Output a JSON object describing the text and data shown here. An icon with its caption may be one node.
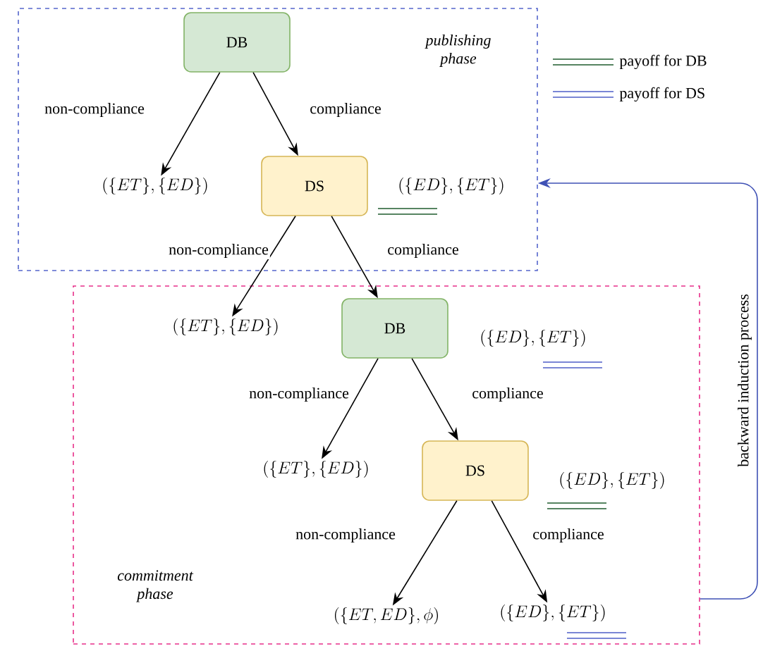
{
  "diagram": {
    "nodes": [
      {
        "text": [
          "publishing phase"
        ]
      },
      {
        "text": [
          "DB"
        ],
        "in": 0
      },
      {
        "text": [
          "(\\{ET\\},\\{ED\\})"
        ],
        "in": 0
      },
      {
        "text": [
          "DS"
        ],
        "in": 0
      },
      {
        "text": [
          "(\\{ED\\},\\{ET\\})"
        ],
        "in": 0
      },
      {
        "text": [
          "commitment phase"
        ]
      },
      {
        "text": [
          "(\\{ET\\},\\{ED\\})"
        ],
        "in": 5
      },
      {
        "text": [
          "DB"
        ],
        "in": 5
      },
      {
        "text": [
          "(\\{ED\\},\\{ET\\})"
        ],
        "in": 5
      },
      {
        "text": [
          "(\\{ET\\},\\{ED\\})"
        ],
        "in": 5
      },
      {
        "text": [
          "DS"
        ],
        "in": 5
      },
      {
        "text": [
          "(\\{ED\\},\\{ET\\})"
        ],
        "in": 5
      },
      {
        "text": [
          "(\\{ET,ED\\},\\phi)"
        ],
        "in": 5
      },
      {
        "text": [
          "(\\{ED\\},\\{ET\\})"
        ],
        "in": 5
      }
    ],
    "edges": [
      {
        "from": 1,
        "to": 2,
        "arrow": "to",
        "label": "non-compliance"
      },
      {
        "from": 1,
        "to": 3,
        "arrow": "to",
        "label": "compliance"
      },
      {
        "from": 3,
        "to": 6,
        "arrow": "to",
        "label": "non-compliance"
      },
      {
        "from": 3,
        "to": 7,
        "arrow": "to",
        "label": "compliance"
      },
      {
        "from": 7,
        "to": 9,
        "arrow": "to",
        "label": "non-compliance"
      },
      {
        "from": 7,
        "to": 10,
        "arrow": "to",
        "label": "compliance"
      },
      {
        "from": 10,
        "to": 12,
        "arrow": "to",
        "label": "non-compliance"
      },
      {
        "from": 10,
        "to": 13,
        "arrow": "to",
        "label": "compliance"
      },
      {
        "from": 5,
        "to": 0,
        "arrow": "to",
        "label": "backward induction process",
        "color": "#3f51b5"
      }
    ],
    "legend": [
      {
        "text": "payoff for DB"
      },
      {
        "text": "payoff for DS"
      }
    ]
  }
}
